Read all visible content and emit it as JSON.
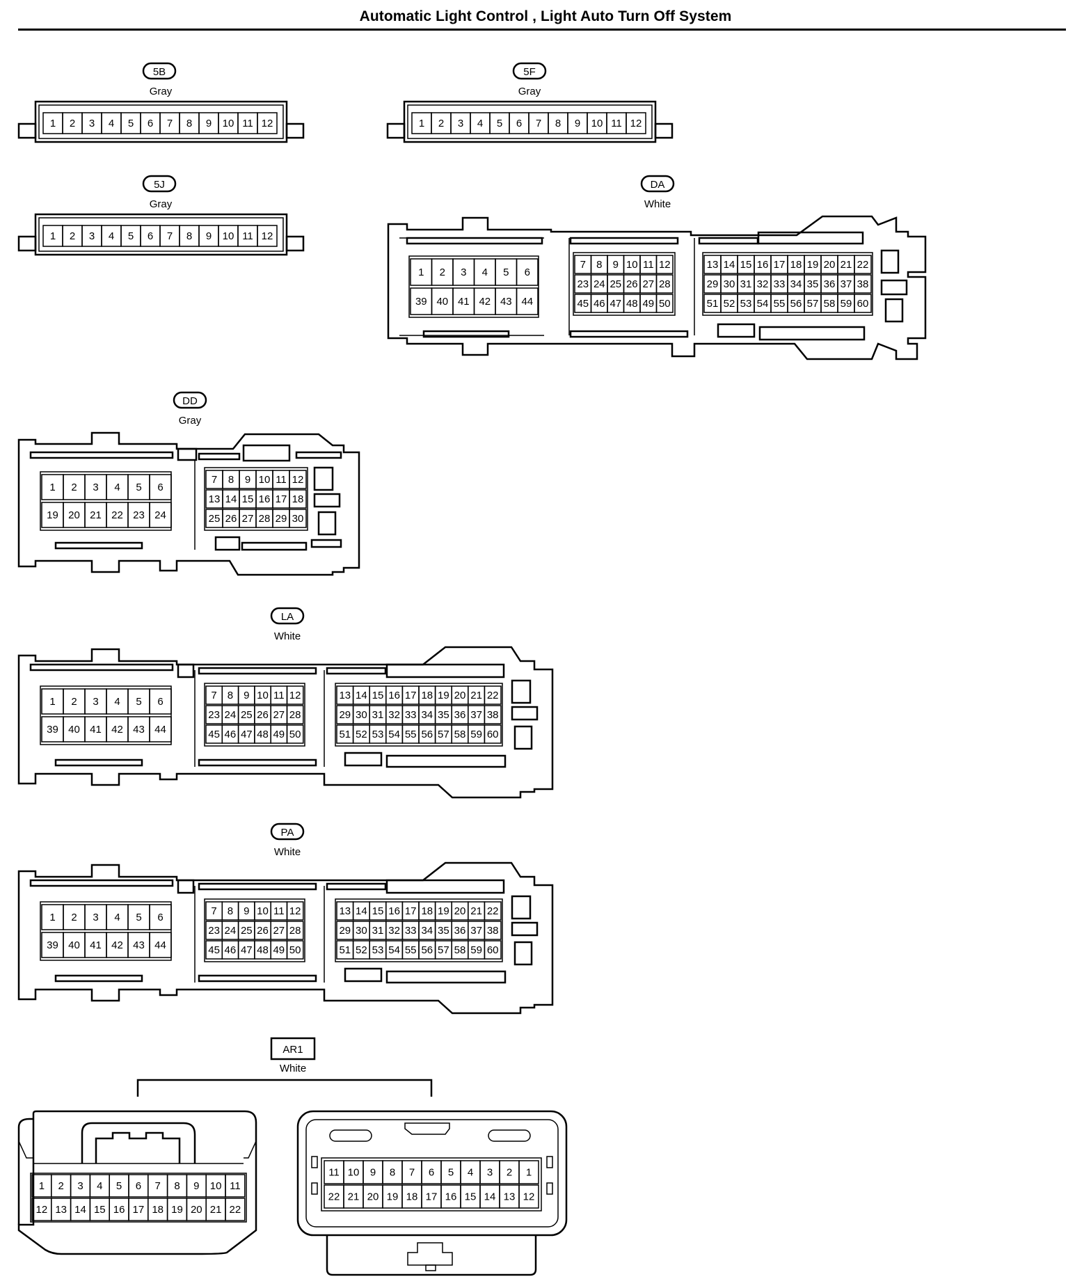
{
  "title": "Automatic Light Control , Light Auto Turn Off System",
  "connectors": {
    "c5B": {
      "code": "5B",
      "color": "Gray"
    },
    "c5F": {
      "code": "5F",
      "color": "Gray"
    },
    "c5J": {
      "code": "5J",
      "color": "Gray"
    },
    "cDA": {
      "code": "DA",
      "color": "White"
    },
    "cDD": {
      "code": "DD",
      "color": "Gray"
    },
    "cLA": {
      "code": "LA",
      "color": "White"
    },
    "cPA": {
      "code": "PA",
      "color": "White"
    },
    "cAR1": {
      "code": "AR1",
      "color": "White"
    }
  },
  "pin_rows": {
    "r12": [
      "1",
      "2",
      "3",
      "4",
      "5",
      "6",
      "7",
      "8",
      "9",
      "10",
      "11",
      "12"
    ],
    "big_a1": [
      "1",
      "2",
      "3",
      "4",
      "5",
      "6"
    ],
    "big_a2": [
      "39",
      "40",
      "41",
      "42",
      "43",
      "44"
    ],
    "big_b1": [
      "7",
      "8",
      "9",
      "10",
      "11",
      "12"
    ],
    "big_b2": [
      "23",
      "24",
      "25",
      "26",
      "27",
      "28"
    ],
    "big_b3": [
      "45",
      "46",
      "47",
      "48",
      "49",
      "50"
    ],
    "big_c1": [
      "13",
      "14",
      "15",
      "16",
      "17",
      "18",
      "19",
      "20",
      "21",
      "22"
    ],
    "big_c2": [
      "29",
      "30",
      "31",
      "32",
      "33",
      "34",
      "35",
      "36",
      "37",
      "38"
    ],
    "big_c3": [
      "51",
      "52",
      "53",
      "54",
      "55",
      "56",
      "57",
      "58",
      "59",
      "60"
    ],
    "dd_a1": [
      "1",
      "2",
      "3",
      "4",
      "5",
      "6"
    ],
    "dd_a2": [
      "19",
      "20",
      "21",
      "22",
      "23",
      "24"
    ],
    "dd_b1": [
      "7",
      "8",
      "9",
      "10",
      "11",
      "12"
    ],
    "dd_b2": [
      "13",
      "14",
      "15",
      "16",
      "17",
      "18"
    ],
    "dd_b3": [
      "25",
      "26",
      "27",
      "28",
      "29",
      "30"
    ],
    "ar_l1": [
      "1",
      "2",
      "3",
      "4",
      "5",
      "6",
      "7",
      "8",
      "9",
      "10",
      "11"
    ],
    "ar_l2": [
      "12",
      "13",
      "14",
      "15",
      "16",
      "17",
      "18",
      "19",
      "20",
      "21",
      "22"
    ],
    "ar_r1": [
      "11",
      "10",
      "9",
      "8",
      "7",
      "6",
      "5",
      "4",
      "3",
      "2",
      "1"
    ],
    "ar_r2": [
      "22",
      "21",
      "20",
      "19",
      "18",
      "17",
      "16",
      "15",
      "14",
      "13",
      "12"
    ]
  }
}
